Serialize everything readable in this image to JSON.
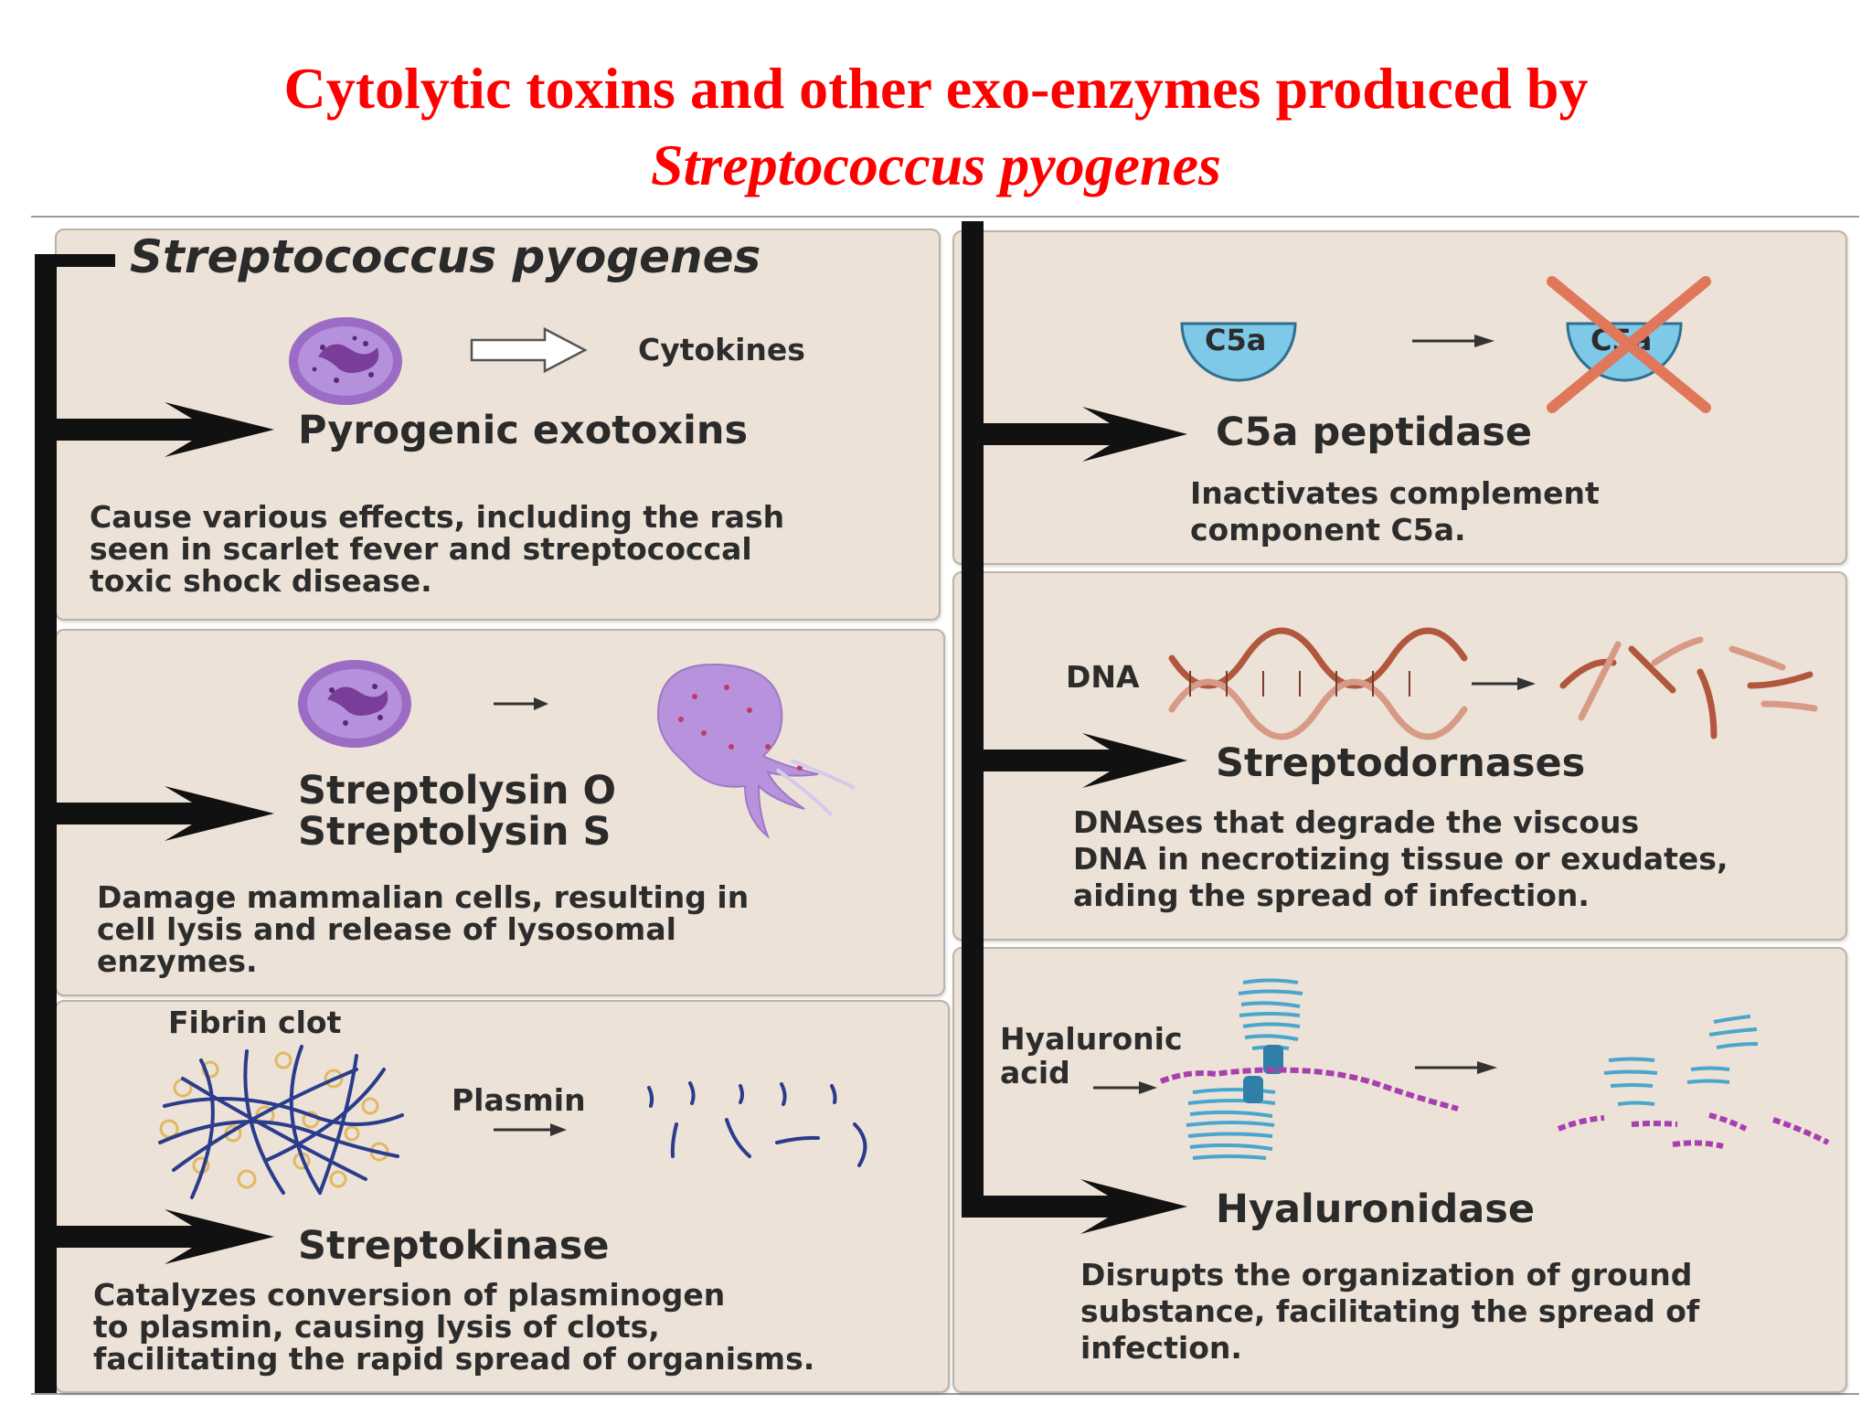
{
  "title": {
    "line1": "Cytolytic toxins and other exo-enzymes produced by",
    "line2": "Streptococcus pyogenes"
  },
  "diagram": {
    "organism_label": "Streptococcus pyogenes",
    "left_panels": [
      {
        "heading": "Pyrogenic exotoxins",
        "figure_label": "Cytokines",
        "description": [
          "Cause various effects, including the rash",
          "seen in scarlet fever and streptococcal",
          "toxic shock disease."
        ]
      },
      {
        "heading_lines": [
          "Streptolysin O",
          "Streptolysin S"
        ],
        "description": [
          "Damage mammalian cells, resulting in",
          "cell lysis and release of lysosomal",
          "enzymes."
        ]
      },
      {
        "heading": "Streptokinase",
        "figure_labels": [
          "Fibrin clot",
          "Plasmin"
        ],
        "description": [
          "Catalyzes conversion of  plasminogen",
          "to plasmin, causing lysis of clots,",
          "facilitating the rapid spread of organisms."
        ]
      }
    ],
    "right_panels": [
      {
        "heading": "C5a peptidase",
        "figure_labels": [
          "C5a",
          "C5a"
        ],
        "description": [
          "Inactivates complement",
          "component C5a."
        ]
      },
      {
        "heading": "Streptodornases",
        "figure_label": "DNA",
        "description": [
          "DNAses that degrade the viscous",
          "DNA in necrotizing tissue or exudates,",
          "aiding the spread of infection."
        ]
      },
      {
        "heading": "Hyaluronidase",
        "figure_label_lines": [
          "Hyaluronic",
          "acid"
        ],
        "description": [
          "Disrupts the organization of ground",
          "substance, facilitating the spread of",
          "infection."
        ]
      }
    ],
    "colors": {
      "title": "#ff0000",
      "panel": "#ece2d7",
      "cell": "#a47ad0",
      "c5a": "#7ec8e8",
      "cross": "#e0765a",
      "hyaluronic_acid": "#a83fb0",
      "proteoglycan": "#4aa6cc",
      "fibrin": "#2b3c8c",
      "clot_granule": "#e4c27a"
    }
  }
}
